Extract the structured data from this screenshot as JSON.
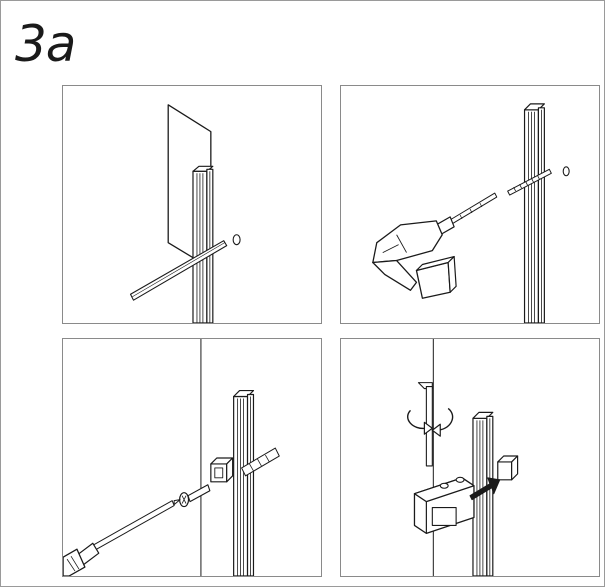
{
  "step": {
    "label": "3a"
  },
  "colors": {
    "line": "#1a1a1a",
    "fill": "#ffffff",
    "frame": "#8a8a8a"
  },
  "panels": [
    {
      "id": "panel-1",
      "depicts": [
        "wall-plate",
        "wall-profile",
        "marking-pencil"
      ]
    },
    {
      "id": "panel-2",
      "depicts": [
        "wall-profile",
        "drill",
        "wall-plug"
      ]
    },
    {
      "id": "panel-3",
      "depicts": [
        "wall-profile",
        "wall-plug",
        "screw",
        "screwdriver",
        "bracket"
      ]
    },
    {
      "id": "panel-4",
      "depicts": [
        "wall-profile",
        "hex-key",
        "clamp-block",
        "bracket"
      ]
    }
  ]
}
